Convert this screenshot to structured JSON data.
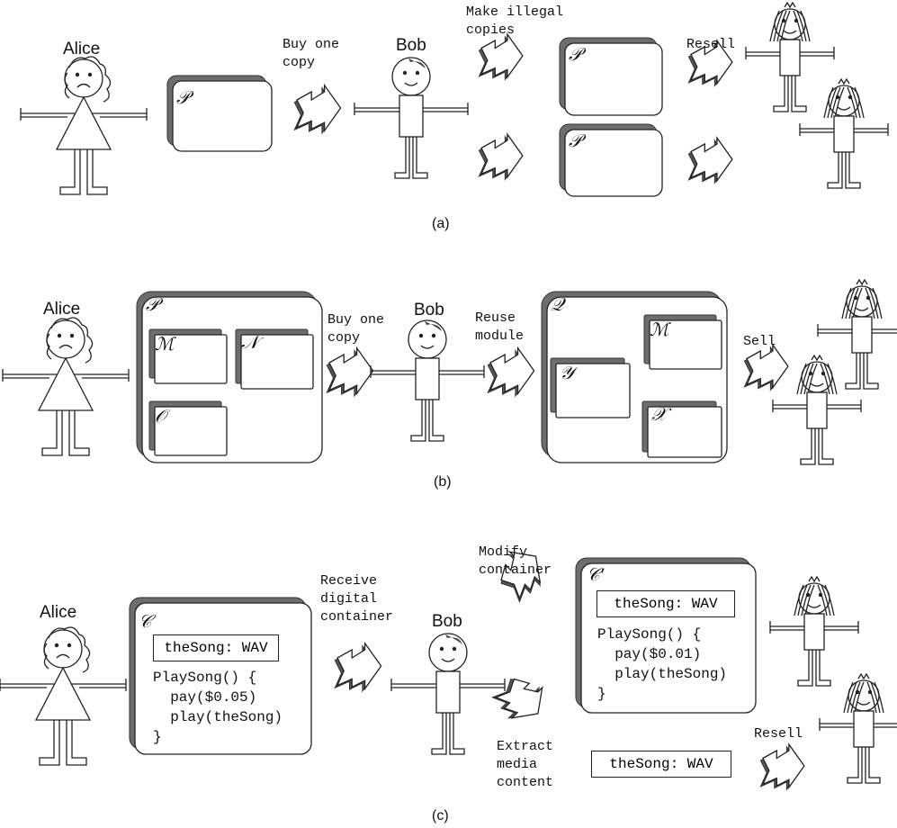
{
  "panel_a": {
    "caption": "(a)",
    "alice": "Alice",
    "bob": "Bob",
    "program": "𝒫",
    "copy1": "𝒫",
    "copy2": "𝒫",
    "step1": "Buy one\ncopy",
    "step2": "Make illegal\ncopies",
    "step3": "Resell"
  },
  "panel_b": {
    "caption": "(b)",
    "alice": "Alice",
    "bob": "Bob",
    "program": "𝒫",
    "module_m": "ℳ",
    "module_n": "𝒩",
    "module_o": "𝒪",
    "new_program": "𝒬",
    "module_y": "𝒴",
    "module_m2": "ℳ",
    "module_x": "𝒳",
    "step1": "Buy one\ncopy",
    "step2": "Reuse\nmodule",
    "step3": "Sell"
  },
  "panel_c": {
    "caption": "(c)",
    "alice": "Alice",
    "bob": "Bob",
    "container": "𝒞",
    "field": "theSong: WAV",
    "code": "PlaySong() {\n  pay($0.05)\n  play(theSong)\n}",
    "container2": "𝒞′",
    "field2": "theSong: WAV",
    "code2": "PlaySong() {\n  pay($0.01)\n  play(theSong)\n}",
    "extracted": "theSong: WAV",
    "step1": "Receive\ndigital\ncontainer",
    "step2": "Modify\ncontainer",
    "step3": "Extract\nmedia\ncontent",
    "step4": "Resell"
  }
}
